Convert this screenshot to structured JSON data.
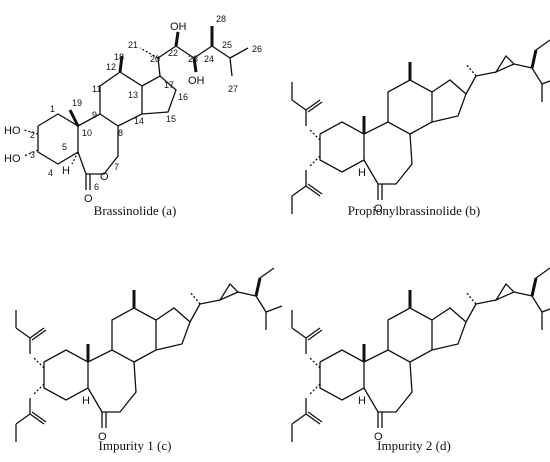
{
  "panels": [
    {
      "caption": "Brassinolide (a)",
      "atoms": {
        "ho2": "HO",
        "ho3": "HO",
        "h5": "H",
        "oh22": "OH",
        "oh23": "OH",
        "o_ring": "O",
        "o_carbonyl": "O"
      },
      "numbers": [
        "1",
        "2",
        "3",
        "4",
        "5",
        "6",
        "7",
        "8",
        "9",
        "10",
        "11",
        "12",
        "13",
        "14",
        "15",
        "16",
        "17",
        "18",
        "19",
        "20",
        "21",
        "22",
        "23",
        "24",
        "25",
        "26",
        "27",
        "28"
      ]
    },
    {
      "caption": "Propionylbrassinolide (b)",
      "atoms": {
        "o": "O",
        "h": "H"
      }
    },
    {
      "caption": "Impurity 1 (c)",
      "atoms": {
        "o": "O",
        "h": "H"
      }
    },
    {
      "caption": "Impurity 2 (d)",
      "atoms": {
        "o": "O",
        "h": "H"
      }
    }
  ],
  "colors": {
    "line": "#111111",
    "text": "#111111"
  }
}
